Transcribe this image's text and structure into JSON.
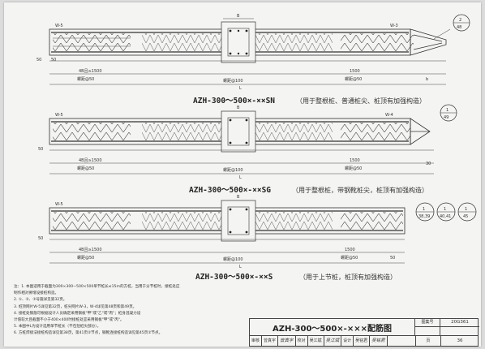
{
  "pile1": {
    "label_w5": "W-5",
    "label_w3": "W-3",
    "label_b": "B",
    "callout_top": "2",
    "callout_bottom": "48",
    "dim_50a": "50",
    "dim_50b": "50",
    "dim_4b": "4B且≥1500",
    "dim_spiral1": "螺距@50",
    "dim_mid": "螺距@100",
    "dim_1500": "1500",
    "dim_b": "b",
    "dim_spiral2": "螺距@50",
    "dim_L": "L",
    "caption": "AZH-300～500×-××SN",
    "note": "（用于整根桩、普通桩尖、桩顶有加强构造）"
  },
  "pile2": {
    "label_w5": "W-5",
    "label_w4": "W-4",
    "label_b": "B",
    "callout_top": "1",
    "callout_bottom": "49",
    "dim_50": "50",
    "dim_4b": "4B且≥1500",
    "dim_spiral1": "螺距@50",
    "dim_mid": "螺距@100",
    "dim_1500": "1500",
    "dim_spiral2": "螺距@50",
    "dim_30": "30",
    "dim_L": "L",
    "caption": "AZH-300～500×-××SG",
    "note": "（用于整根桩，带钢靴桩尖，桩顶有加强构造）"
  },
  "pile3": {
    "label_w5": "W-5",
    "label_b": "B",
    "callout1_top": "1",
    "callout1_bottom": "38,39",
    "callout2_top": "1",
    "callout2_bottom": "40,41",
    "callout3_top": "1",
    "callout3_bottom": "45",
    "dim_50a": "50",
    "dim_4b": "4B且≥1500",
    "dim_spiral1": "螺距@50",
    "dim_mid": "螺距@100",
    "dim_1500": "1500",
    "dim_spiral2": "螺距@50",
    "dim_50b": "50",
    "dim_L": "L",
    "caption": "AZH-300～500×-××S",
    "note": "（用于上节桩，桩顶有加强构造）"
  },
  "notes": [
    "注：1. 本图适用于截面为300×300~500×500单节桩长≤15m的方桩，当用于分节桩时，接桩处应",
    "      制作相对要增设接桩构造。",
    "   2. ①、②、③号箍详见第32页。",
    "   3. 桩顶网片W-5详见第32页，桩尖网片W-3，W-4详见第48页和第49页。",
    "   4. 接桩处钢筋可根据设计人员确定采用钢板\"甲\"或\"乙\"或\"丙\"；桩身混凝力设",
    "      计值较大且截面不小于400×400时接桩处宜采用钢板\"甲\"或\"丙\"。",
    "   5. 本图中L为设计选用单节桩长（不包括桩尖部分）。",
    "   6. 方桩焊接法接桩构造详见第38页，第41页②节点，钢靴连接桩构造详见第45页②节点。"
  ],
  "titleblock": {
    "title": "AZH-300～500×-×××配筋图",
    "atlas_label": "图集号",
    "atlas_value": "20G361",
    "review_label": "审核",
    "review_name": "曾真宇",
    "review_sig": "曾真宇",
    "check_label": "校对",
    "check_name": "吴江斌",
    "check_sig": "吴江斌",
    "design_label": "设计",
    "design_name": "吴铭君",
    "design_sig": "吴铭君",
    "page_label": "页",
    "page_value": "36"
  }
}
